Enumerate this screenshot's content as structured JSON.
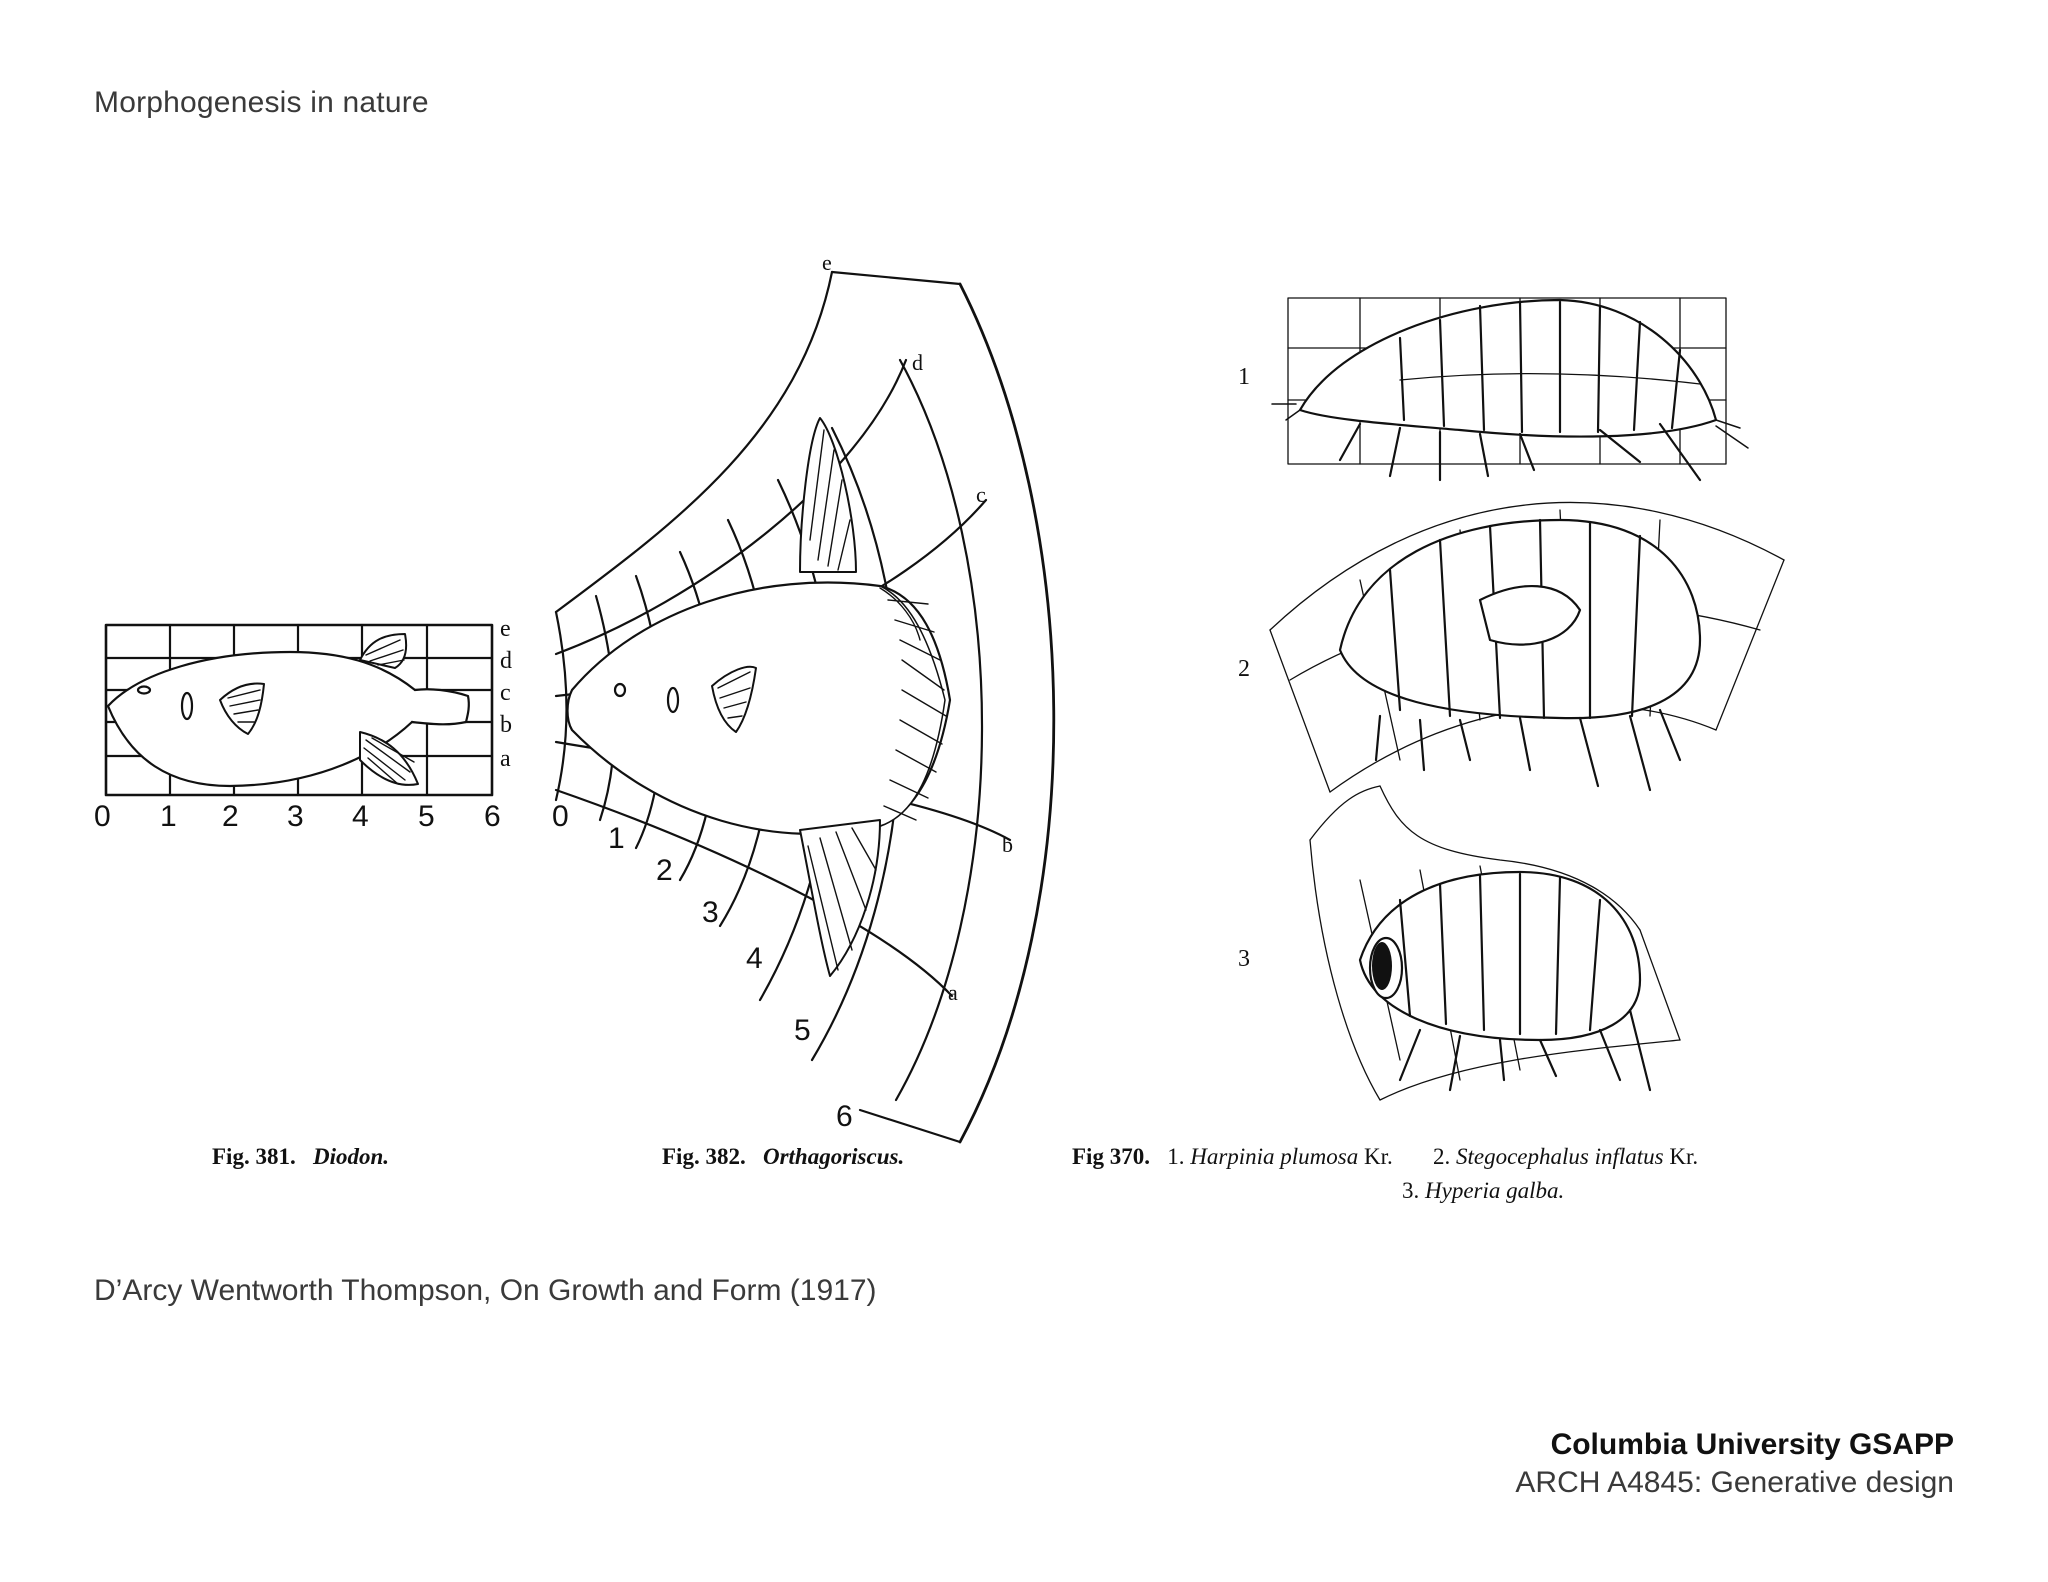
{
  "slide": {
    "title": "Morphogenesis in nature",
    "citation": "D’Arcy Wentworth Thompson, On Growth and Form (1917)"
  },
  "footer": {
    "org": "Columbia University GSAPP",
    "course": "ARCH A4845: Generative design"
  },
  "fig381": {
    "label": "Fig. 381.",
    "name": "Diodon.",
    "x_labels": [
      "0",
      "1",
      "2",
      "3",
      "4",
      "5",
      "6"
    ],
    "y_labels": [
      "e",
      "d",
      "c",
      "b",
      "a"
    ]
  },
  "fig382": {
    "label": "Fig. 382.",
    "name": "Orthagoriscus.",
    "radial_labels": [
      "0",
      "1",
      "2",
      "3",
      "4",
      "5",
      "6"
    ],
    "arc_labels": [
      "e",
      "d",
      "c",
      "b",
      "a"
    ]
  },
  "fig370": {
    "label": "Fig  370.",
    "item1_num": "1.",
    "item1_name": "Harpinia plumosa",
    "item1_auth": "Kr.",
    "item2_num": "2.",
    "item2_name": "Stegocephalus inflatus",
    "item2_auth": "Kr.",
    "item3_num": "3.",
    "item3_name": "Hyperia galba.",
    "panel_numbers": [
      "1",
      "2",
      "3"
    ]
  },
  "colors": {
    "ink": "#111111",
    "text": "#3a3a3a",
    "background": "#ffffff"
  }
}
